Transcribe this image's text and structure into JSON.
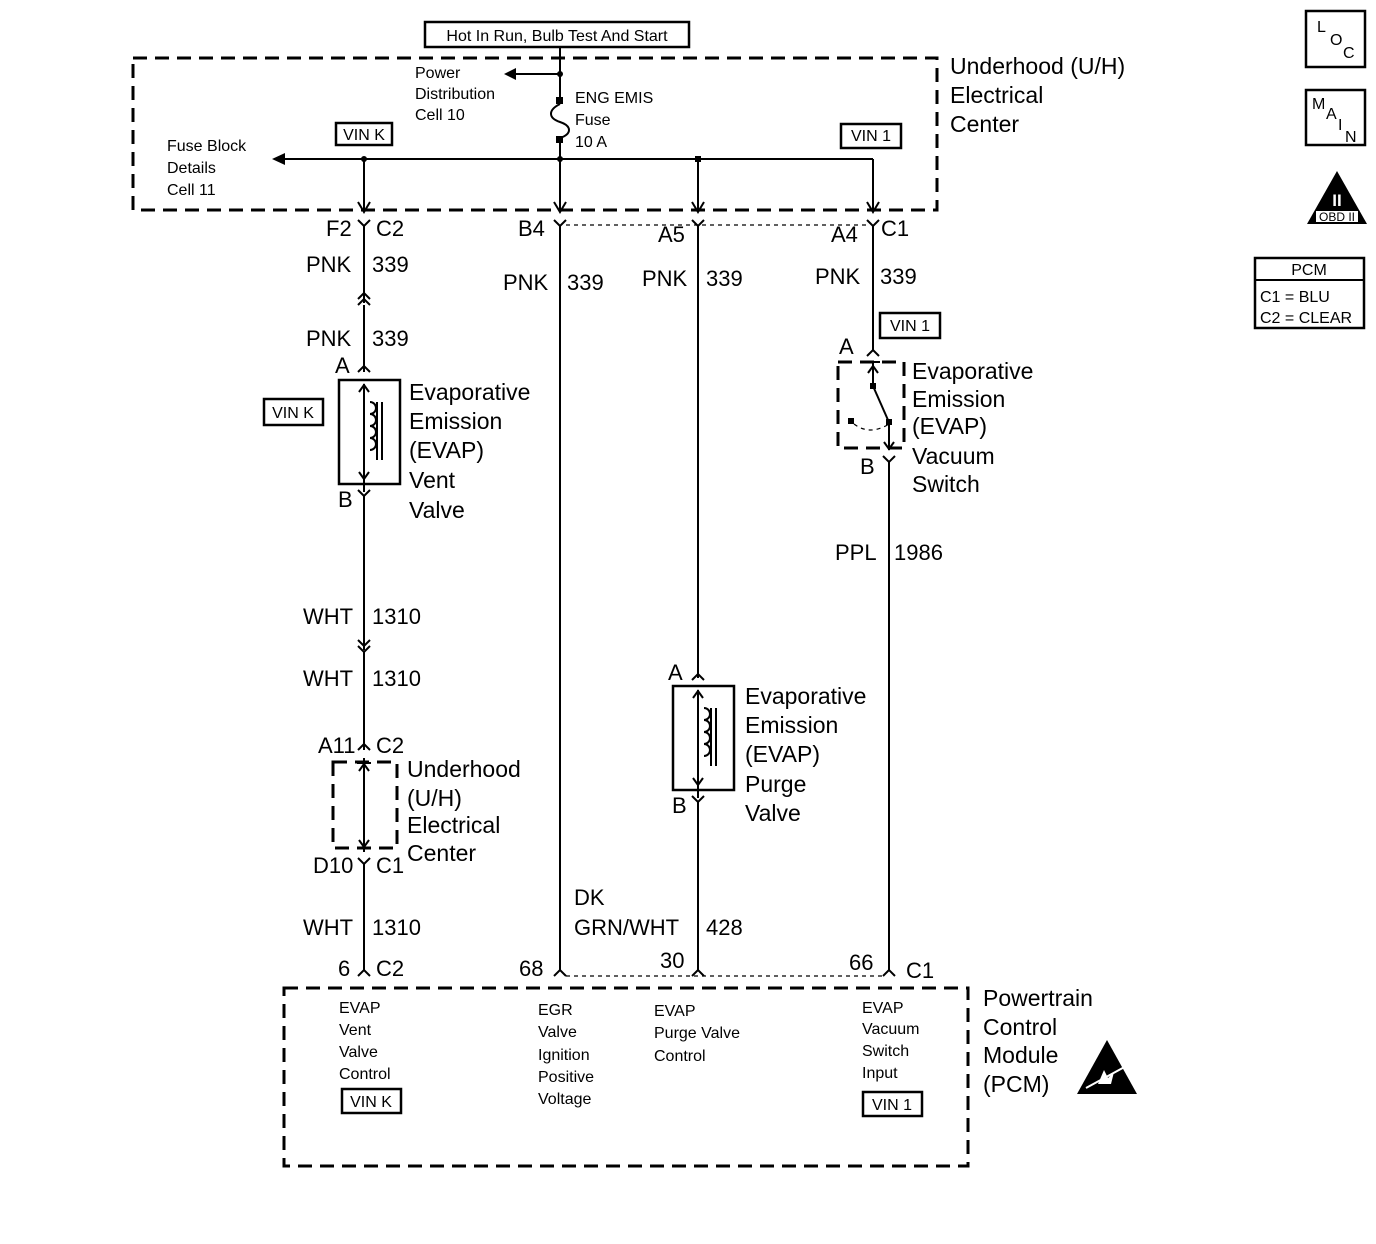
{
  "header": {
    "power_mode": "Hot In Run, Bulb Test And Start"
  },
  "underhood_center": {
    "title_lines": [
      "Underhood (U/H)",
      "Electrical",
      "Center"
    ],
    "power_dist_lines": [
      "Power",
      "Distribution",
      "Cell 10"
    ],
    "fuse_block_lines": [
      "Fuse Block",
      "Details",
      "Cell 11"
    ],
    "fuse_lines": [
      "ENG EMIS",
      "Fuse",
      "10 A"
    ],
    "vin_k": "VIN K",
    "vin_1": "VIN 1"
  },
  "connectors": {
    "f2": "F2",
    "c2_top": "C2",
    "b4": "B4",
    "a5": "A5",
    "a4": "A4",
    "c1_top": "C1",
    "a_vent": "A",
    "b_vent": "B",
    "a_switch": "A",
    "b_switch": "B",
    "a_purge": "A",
    "b_purge": "B",
    "a11": "A11",
    "c2_uh": "C2",
    "d10": "D10",
    "c1_uh": "C1",
    "pin_6": "6",
    "c2_pcm": "C2",
    "pin_68": "68",
    "pin_30": "30",
    "pin_66": "66",
    "c1_pcm": "C1"
  },
  "wires": {
    "pnk": "PNK",
    "n339": "339",
    "wht": "WHT",
    "n1310": "1310",
    "ppl": "PPL",
    "n1986": "1986",
    "dk": "DK",
    "grn_wht": "GRN/WHT",
    "n428": "428"
  },
  "vent_valve": {
    "lines": [
      "Evaporative",
      "Emission",
      "(EVAP)",
      "Vent",
      "Valve"
    ],
    "vin": "VIN K"
  },
  "vacuum_switch": {
    "lines": [
      "Evaporative",
      "Emission",
      "(EVAP)",
      "Vacuum",
      "Switch"
    ],
    "vin": "VIN 1"
  },
  "purge_valve": {
    "lines": [
      "Evaporative",
      "Emission",
      "(EVAP)",
      "Purge",
      "Valve"
    ]
  },
  "uh_center_mid": {
    "lines": [
      "Underhood",
      "(U/H)",
      "Electrical",
      "Center"
    ]
  },
  "pcm": {
    "title_lines": [
      "Powertrain",
      "Control",
      "Module",
      "(PCM)"
    ],
    "vent_ctrl": [
      "EVAP",
      "Vent",
      "Valve",
      "Control"
    ],
    "egr": [
      "EGR",
      "Valve",
      "Ignition",
      "Positive",
      "Voltage"
    ],
    "purge_ctrl": [
      "EVAP",
      "Purge Valve",
      "Control"
    ],
    "vac_input": [
      "EVAP",
      "Vacuum",
      "Switch",
      "Input"
    ],
    "vin_k": "VIN K",
    "vin_1": "VIN 1"
  },
  "legend": {
    "loc": [
      "L",
      "O",
      "C"
    ],
    "main": [
      "M",
      "A",
      "I",
      "N"
    ],
    "obd_numeral": "II",
    "obd_label": "OBD II",
    "pcm_title": "PCM",
    "c1": "C1 = BLU",
    "c2": "C2 = CLEAR"
  }
}
